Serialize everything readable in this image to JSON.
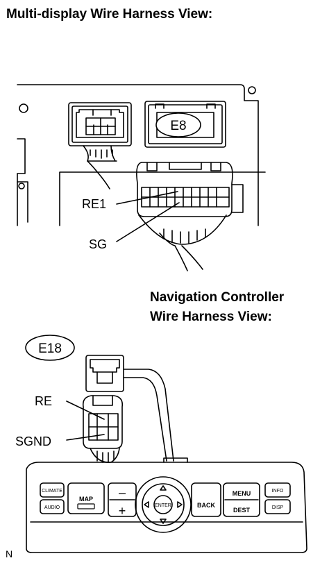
{
  "headings": {
    "multi_display": "Multi-display Wire Harness View:",
    "nav_line1": "Navigation Controller",
    "nav_line2": "Wire Harness View:"
  },
  "connectors": {
    "multi_display_id": "E8",
    "nav_controller_id": "E18"
  },
  "terminals": {
    "re1": "RE1",
    "sg": "SG",
    "re": "RE",
    "sgnd": "SGND"
  },
  "controller_buttons": {
    "climate": "CLIMATE",
    "audio": "AUDIO",
    "map": "MAP",
    "minus": "–",
    "plus": "+",
    "enter": "ENTER",
    "back": "BACK",
    "menu": "MENU",
    "dest": "DEST",
    "info": "INFO",
    "disp": "DISP"
  },
  "figure_code": "N"
}
